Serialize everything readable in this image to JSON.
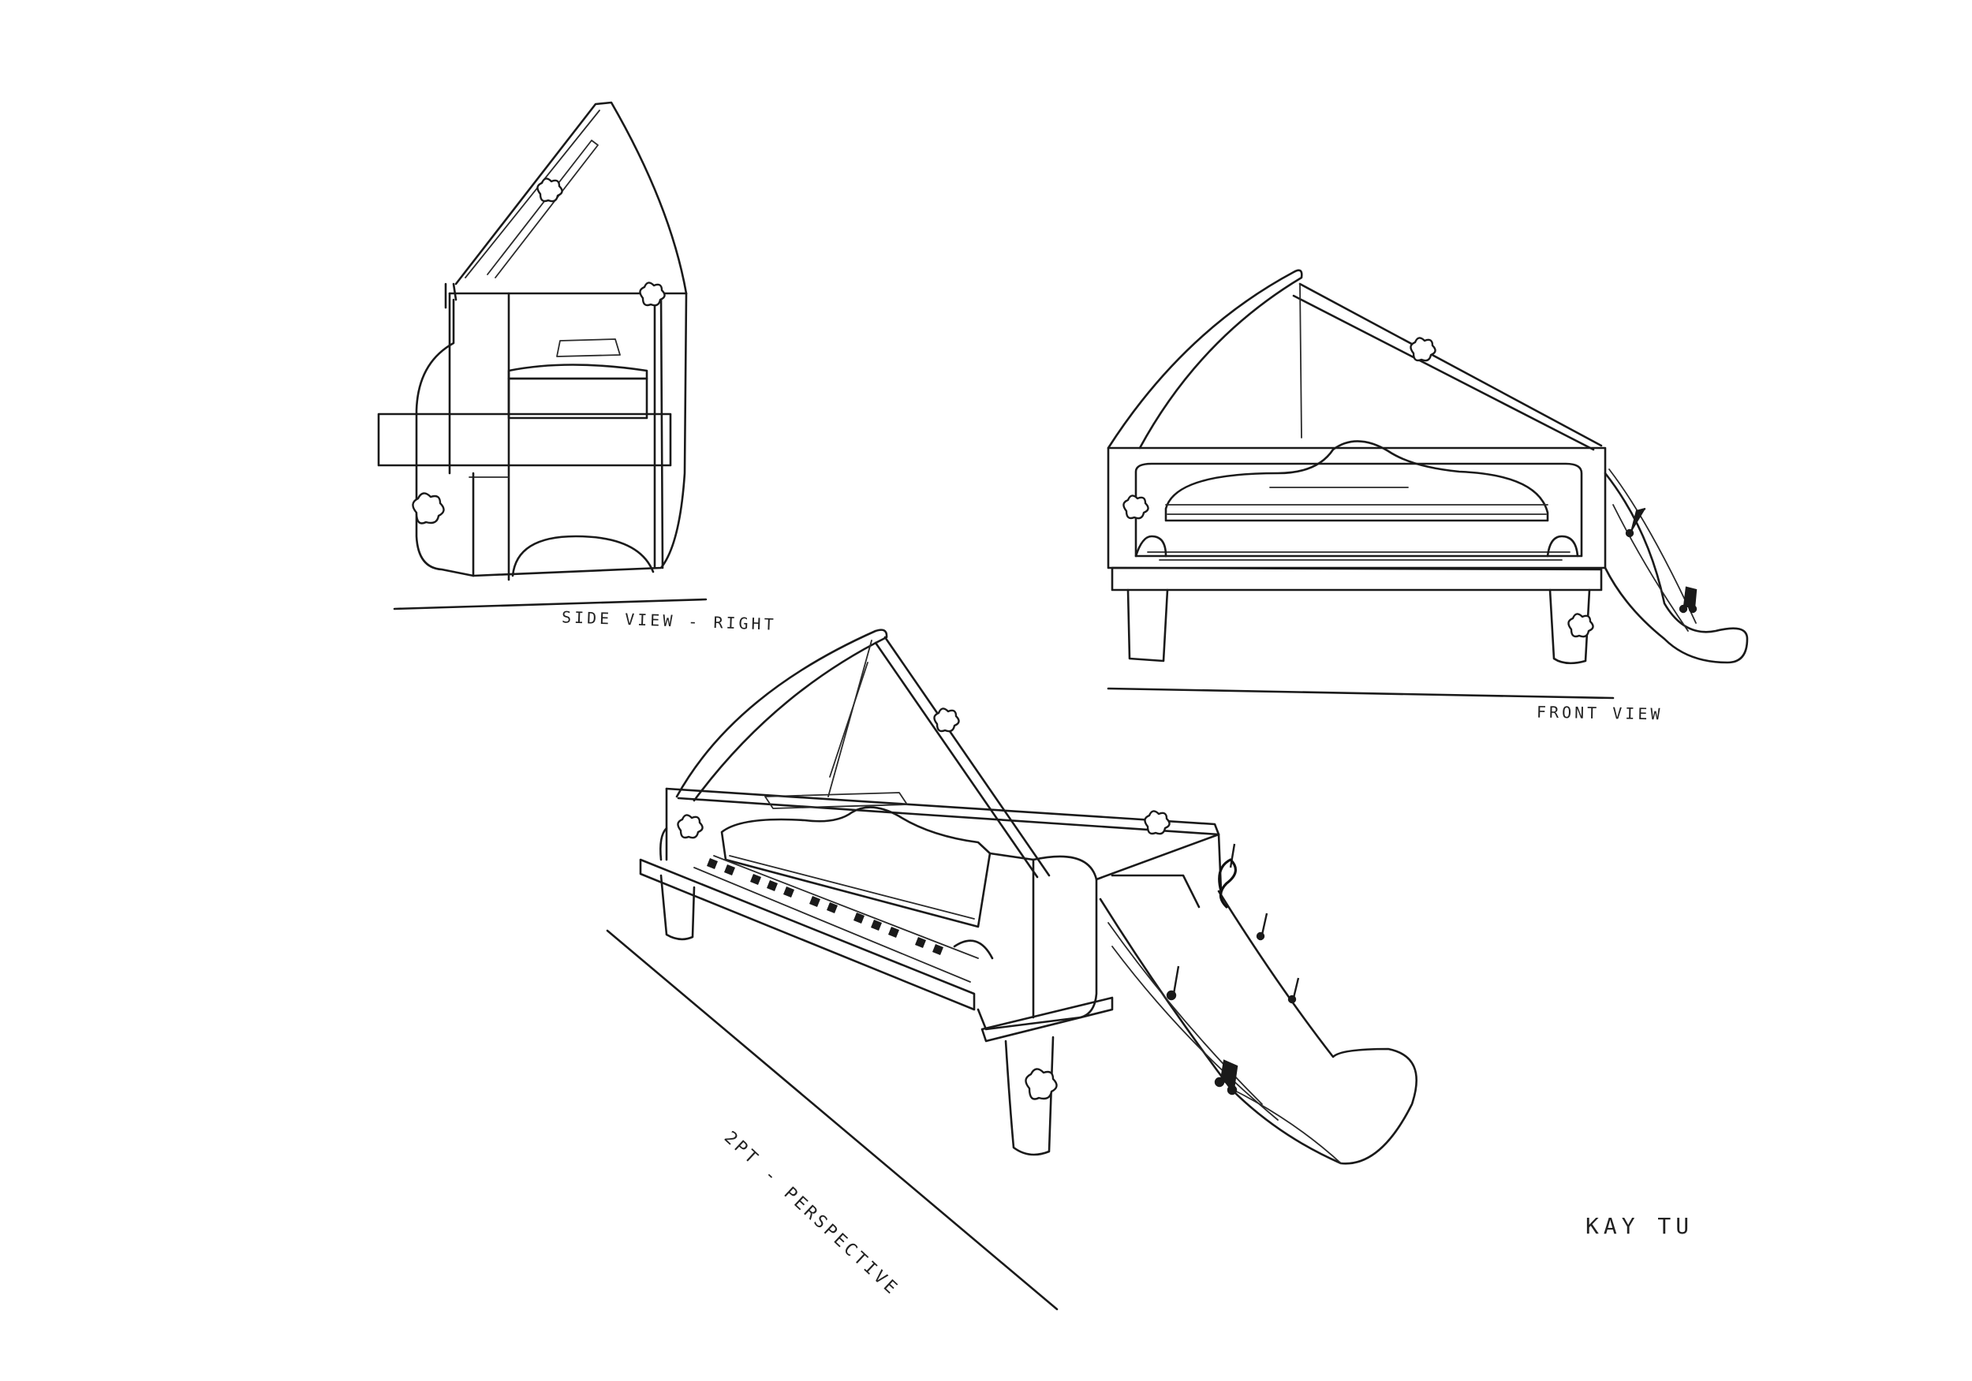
{
  "sheet": {
    "background": "#ffffff",
    "ink_color": "#1a1a1a"
  },
  "views": {
    "side_label": "SIDE VIEW - RIGHT",
    "front_label": "FRONT VIEW",
    "perspective_label": "2PT - PERSPECTIVE"
  },
  "author": "KAY TU"
}
